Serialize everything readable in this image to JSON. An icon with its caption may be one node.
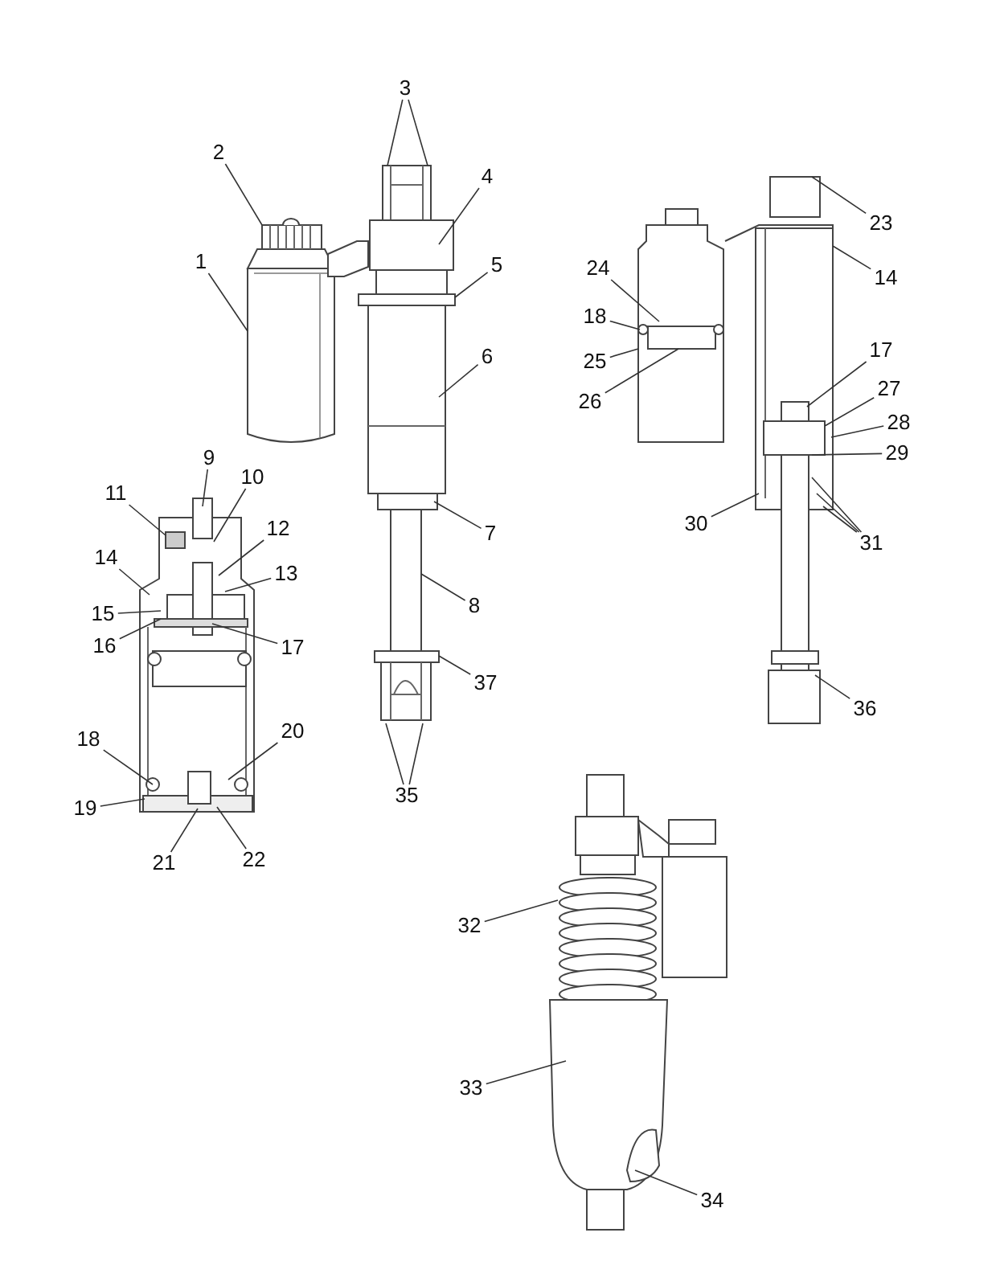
{
  "diagram": {
    "nodes": [
      {
        "text": [
          "3"
        ]
      },
      {
        "text": [
          "2"
        ]
      },
      {
        "text": [
          "4"
        ]
      },
      {
        "text": [
          "23"
        ]
      },
      {
        "text": [
          "1"
        ]
      },
      {
        "text": [
          "5"
        ]
      },
      {
        "text": [
          "24"
        ]
      },
      {
        "text": [
          "14"
        ]
      },
      {
        "text": [
          "18"
        ]
      },
      {
        "text": [
          "17"
        ]
      },
      {
        "text": [
          "6"
        ]
      },
      {
        "text": [
          "25"
        ]
      },
      {
        "text": [
          "27"
        ]
      },
      {
        "text": [
          "26"
        ]
      },
      {
        "text": [
          "28"
        ]
      },
      {
        "text": [
          "29"
        ]
      },
      {
        "text": [
          "9"
        ]
      },
      {
        "text": [
          "10"
        ]
      },
      {
        "text": [
          "11"
        ]
      },
      {
        "text": [
          "30"
        ]
      },
      {
        "text": [
          "12"
        ]
      },
      {
        "text": [
          "7"
        ]
      },
      {
        "text": [
          "31"
        ]
      },
      {
        "text": [
          "14"
        ]
      },
      {
        "text": [
          "13"
        ]
      },
      {
        "text": [
          "8"
        ]
      },
      {
        "text": [
          "15"
        ]
      },
      {
        "text": [
          "16"
        ]
      },
      {
        "text": [
          "17"
        ]
      },
      {
        "text": [
          "37"
        ]
      },
      {
        "text": [
          "36"
        ]
      },
      {
        "text": [
          "20"
        ]
      },
      {
        "text": [
          "18"
        ]
      },
      {
        "text": [
          "35"
        ]
      },
      {
        "text": [
          "19"
        ]
      },
      {
        "text": [
          "22"
        ]
      },
      {
        "text": [
          "21"
        ]
      },
      {
        "text": [
          "32"
        ]
      },
      {
        "text": [
          "33"
        ]
      },
      {
        "text": [
          "34"
        ]
      },
      {
        "text": [],
        "shape": "picture"
      },
      {
        "text": [],
        "shape": "picture"
      },
      {
        "text": [],
        "shape": "picture"
      },
      {
        "text": [],
        "shape": "picture"
      },
      {
        "text": [],
        "shape": "cylinder"
      },
      {
        "text": [],
        "shape": "picture"
      }
    ],
    "edges": [
      {
        "from": 0,
        "to": 40,
        "arrow": "none"
      },
      {
        "from": 0,
        "to": 40,
        "arrow": "none"
      },
      {
        "from": 1,
        "to": 44,
        "arrow": "none"
      },
      {
        "from": 2,
        "to": 40,
        "arrow": "none"
      },
      {
        "from": 3,
        "to": 42,
        "arrow": "none"
      },
      {
        "from": 4,
        "to": 44,
        "arrow": "none"
      },
      {
        "from": 5,
        "to": 40,
        "arrow": "none"
      },
      {
        "from": 6,
        "to": 45,
        "arrow": "none"
      },
      {
        "from": 7,
        "to": 42,
        "arrow": "none"
      },
      {
        "from": 8,
        "to": 45,
        "arrow": "none"
      },
      {
        "from": 9,
        "to": 42,
        "arrow": "none"
      },
      {
        "from": 10,
        "to": 40,
        "arrow": "none"
      },
      {
        "from": 11,
        "to": 45,
        "arrow": "none"
      },
      {
        "from": 12,
        "to": 42,
        "arrow": "none"
      },
      {
        "from": 13,
        "to": 45,
        "arrow": "none"
      },
      {
        "from": 14,
        "to": 42,
        "arrow": "none"
      },
      {
        "from": 15,
        "to": 42,
        "arrow": "none"
      },
      {
        "from": 16,
        "to": 41,
        "arrow": "none"
      },
      {
        "from": 17,
        "to": 41,
        "arrow": "none"
      },
      {
        "from": 18,
        "to": 41,
        "arrow": "none"
      },
      {
        "from": 19,
        "to": 42,
        "arrow": "none"
      },
      {
        "from": 20,
        "to": 41,
        "arrow": "none"
      },
      {
        "from": 21,
        "to": 40,
        "arrow": "none"
      },
      {
        "from": 22,
        "to": 42,
        "arrow": "none"
      },
      {
        "from": 22,
        "to": 42,
        "arrow": "none"
      },
      {
        "from": 22,
        "to": 42,
        "arrow": "none"
      },
      {
        "from": 23,
        "to": 41,
        "arrow": "none"
      },
      {
        "from": 24,
        "to": 41,
        "arrow": "none"
      },
      {
        "from": 25,
        "to": 40,
        "arrow": "none"
      },
      {
        "from": 26,
        "to": 41,
        "arrow": "none"
      },
      {
        "from": 27,
        "to": 41,
        "arrow": "none"
      },
      {
        "from": 28,
        "to": 41,
        "arrow": "none"
      },
      {
        "from": 29,
        "to": 40,
        "arrow": "none"
      },
      {
        "from": 30,
        "to": 42,
        "arrow": "none"
      },
      {
        "from": 31,
        "to": 41,
        "arrow": "none"
      },
      {
        "from": 32,
        "to": 41,
        "arrow": "none"
      },
      {
        "from": 33,
        "to": 40,
        "arrow": "none"
      },
      {
        "from": 33,
        "to": 40,
        "arrow": "none"
      },
      {
        "from": 34,
        "to": 41,
        "arrow": "none"
      },
      {
        "from": 35,
        "to": 41,
        "arrow": "none"
      },
      {
        "from": 36,
        "to": 41,
        "arrow": "none"
      },
      {
        "from": 37,
        "to": 43,
        "arrow": "none"
      },
      {
        "from": 38,
        "to": 43,
        "arrow": "none"
      },
      {
        "from": 39,
        "to": 43,
        "arrow": "none"
      }
    ]
  }
}
